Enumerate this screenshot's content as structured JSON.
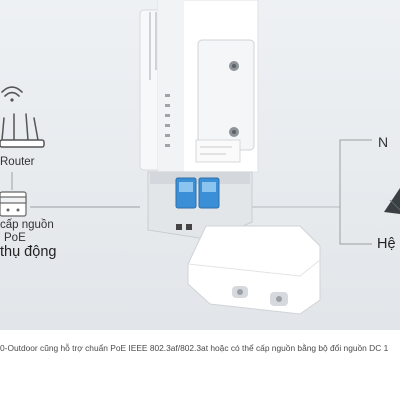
{
  "labels": {
    "router": "Router",
    "poe_line1": "cấp nguồn",
    "poe_line2": "PoE",
    "passive": "thụ động",
    "right_top": "N",
    "right_bottom": "Hệ"
  },
  "caption": "0-Outdoor cũng hỗ trợ chuẩn PoE IEEE 802.3af/802.3at hoặc có thể cấp nguồn bằng bộ đổi nguồn DC 1",
  "icons": [
    "wifi-icon",
    "router-icon",
    "poe-injector-icon",
    "solar-panel-icon"
  ],
  "colors": {
    "background": "#e9ecef",
    "device": "#ffffff",
    "port_blue": "#3a8fd6",
    "line": "#9aa0a6"
  }
}
